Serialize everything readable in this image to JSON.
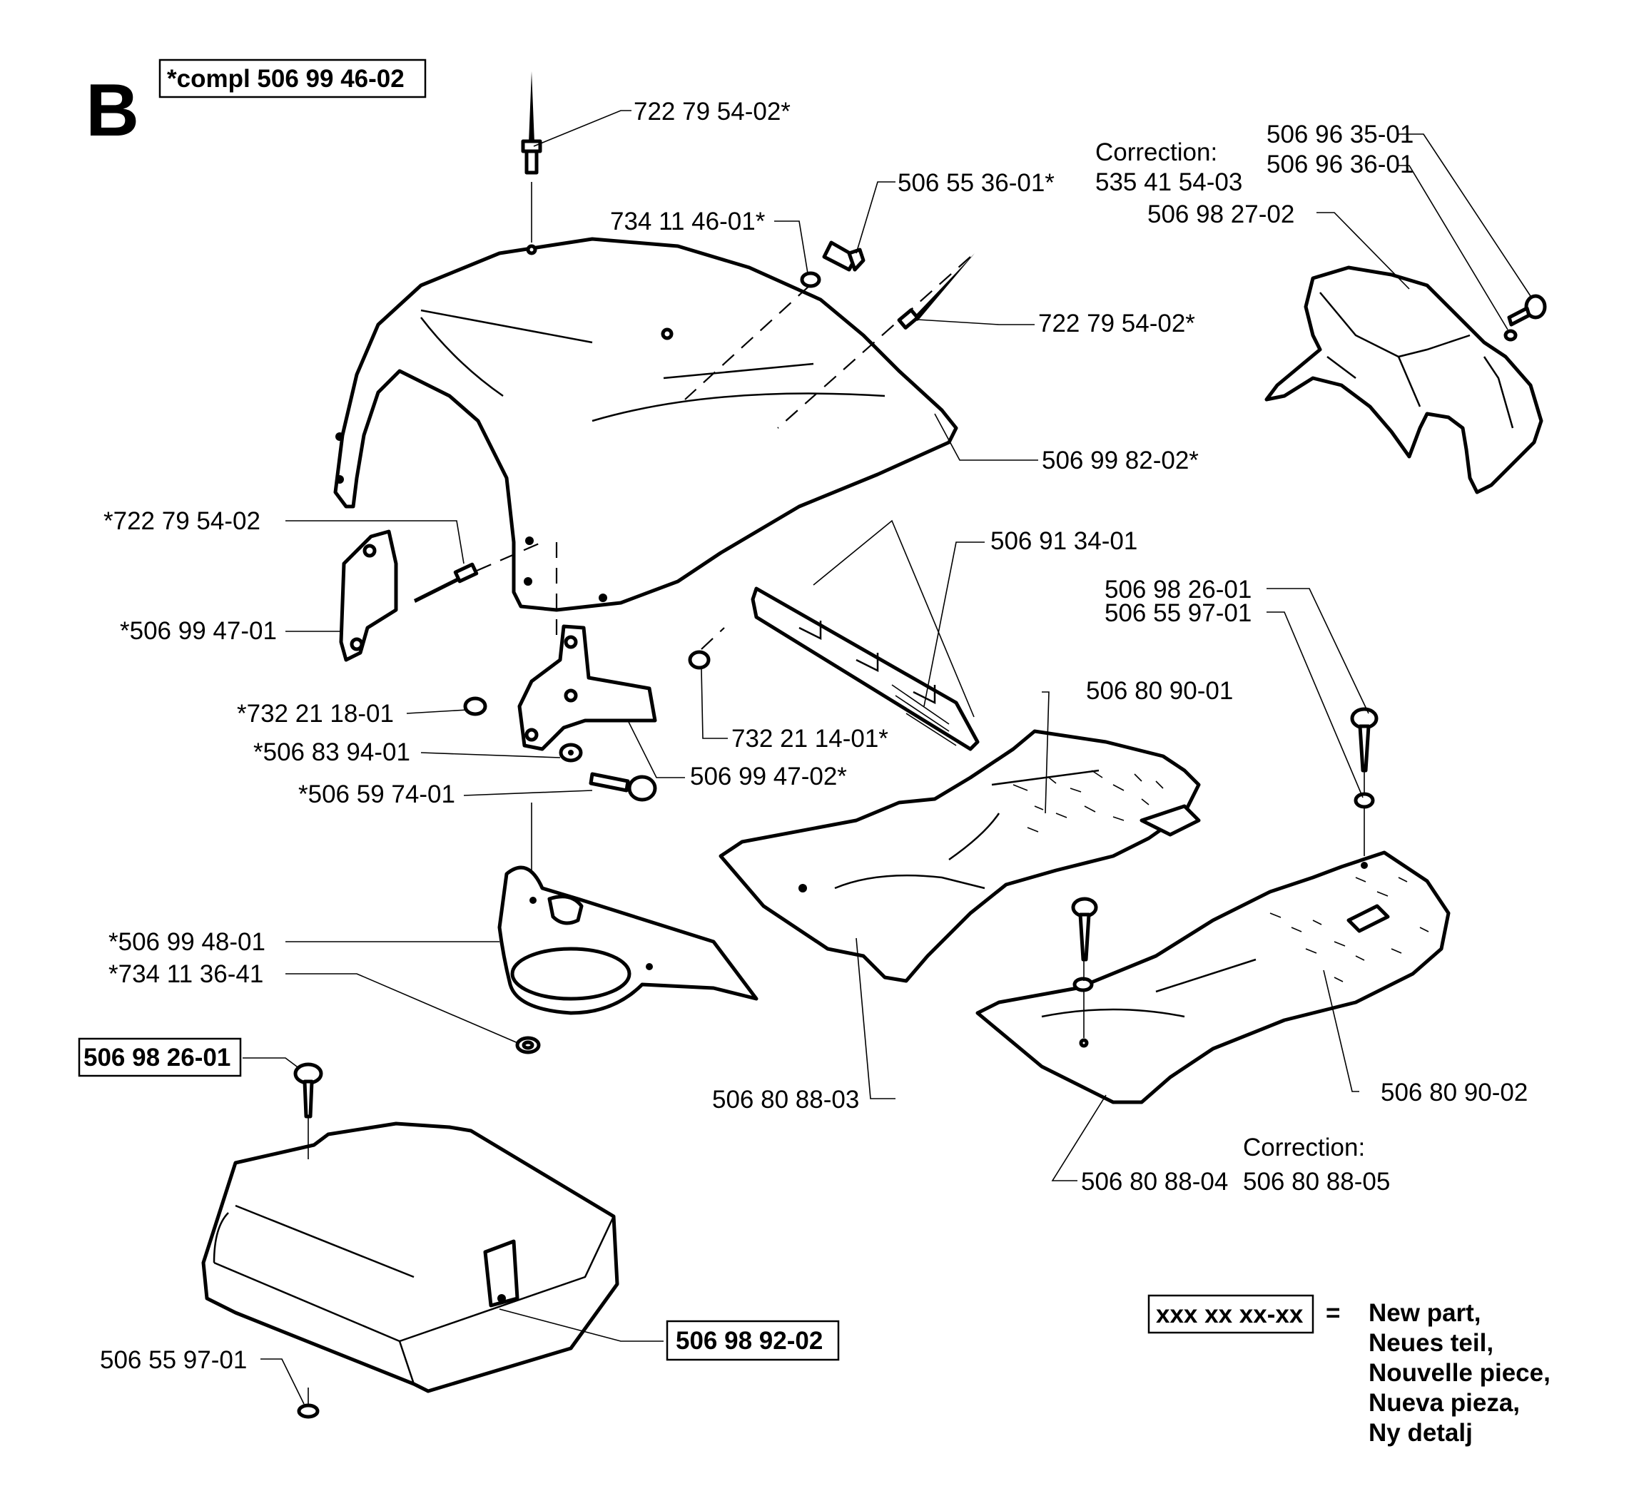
{
  "section_letter": "B",
  "assembly_label": "*compl 506 99 46-02",
  "correction_label": "Correction:",
  "part_numbers": {
    "p1": "722 79 54-02*",
    "p2": "506 55 36-01*",
    "p3": "734 11 46-01*",
    "p4": "722 79 54-02*",
    "p5": "506 99 82-02*",
    "p6": "*722 79 54-02",
    "p7": "506 91 34-01",
    "p8": "*506 99 47-01",
    "p9": "*732 21 18-01",
    "p10": "*506 83 94-01",
    "p11": "*506 59 74-01",
    "p12": "732 21 14-01*",
    "p13": "506 99 47-02*",
    "p14": "506 80 90-01",
    "p15": "506 98 26-01",
    "p16": "506 55 97-01",
    "p17": "*506 99 48-01",
    "p18": "*734 11 36-41",
    "p19": "506 98 26-01",
    "p20": "506 80 88-03",
    "p21": "506 80 90-02",
    "p22": "506 80 88-04",
    "p23": "506 80 88-05",
    "p24": "506 98 92-02",
    "p25": "506 55 97-01",
    "p26": "535 41 54-03",
    "p27": "506 96 35-01",
    "p28": "506 96 36-01",
    "p29": "506 98 27-02"
  },
  "legend": {
    "box_text": "xxx xx xx-xx",
    "equals": "=",
    "lines": [
      "New part,",
      "Neues teil,",
      "Nouvelle piece,",
      "Nueva pieza,",
      "Ny detalj"
    ]
  }
}
